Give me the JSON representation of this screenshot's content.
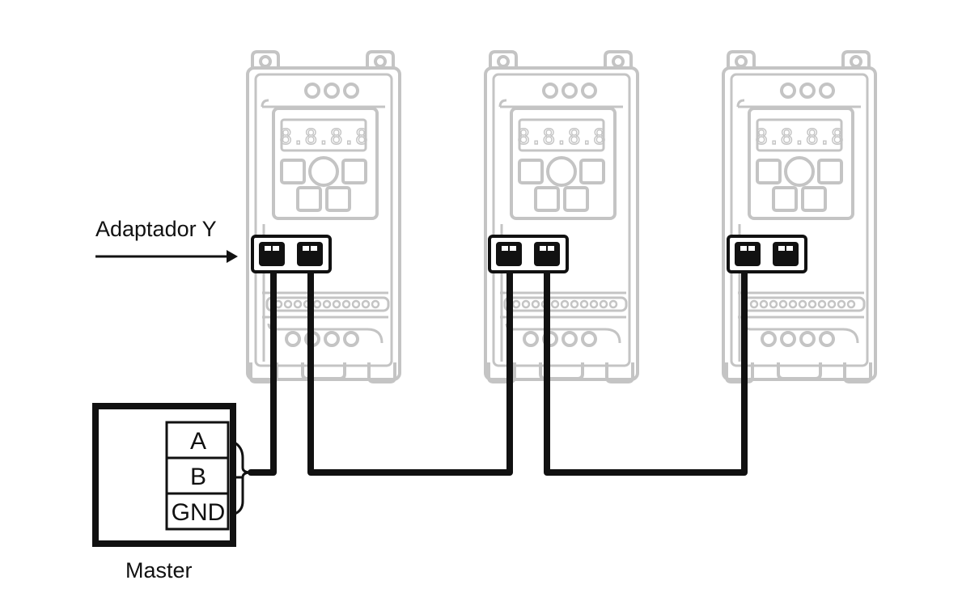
{
  "labels": {
    "adapter": "Adaptador Y",
    "master": "Master"
  },
  "master_terminals": [
    "A",
    "B",
    "GND"
  ],
  "drives": [
    {
      "display": "8.8.8.8"
    },
    {
      "display": "8.8.8.8"
    },
    {
      "display": "8.8.8.8"
    }
  ],
  "colors": {
    "device_outline": "#c4c4c4",
    "wiring": "#111111",
    "background": "#ffffff"
  }
}
